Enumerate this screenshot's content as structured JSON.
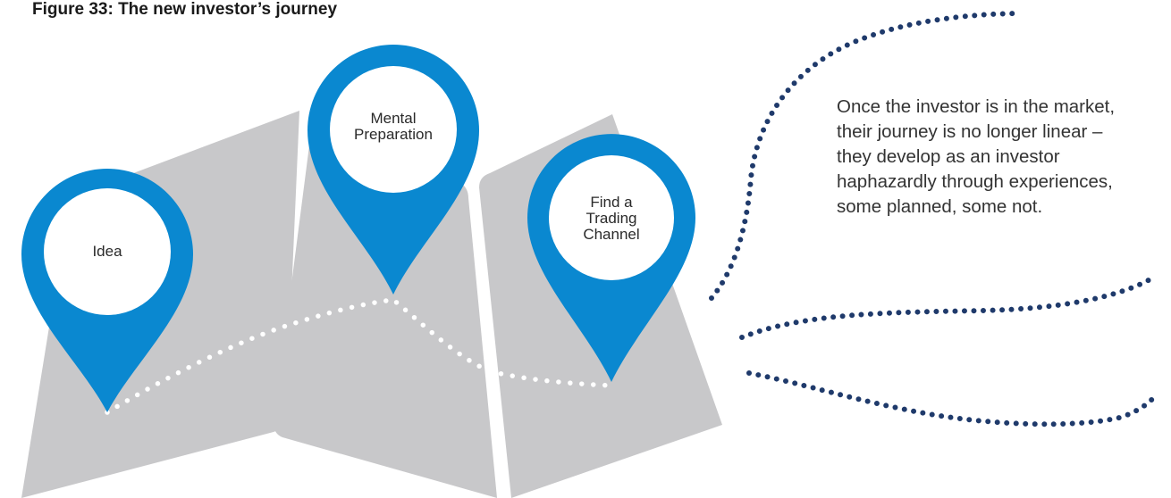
{
  "figure": {
    "title": "Figure 33: The new investor’s journey"
  },
  "pins": [
    {
      "label": "Idea"
    },
    {
      "label": "Mental\nPreparation"
    },
    {
      "label": "Find a\nTrading\nChannel"
    }
  ],
  "caption": "Once the investor is in the market, their journey is no longer linear – they develop as an investor haphazardly through experiences, some planned, some not.",
  "colors": {
    "map": "#c8c8ca",
    "pin": "#0a88d0",
    "pin_inner": "#ffffff",
    "route_dots": "#ffffff",
    "swirl_dots": "#1f3a6b",
    "text": "#333333"
  },
  "icons": [
    "map-pin-icon",
    "folded-map"
  ]
}
